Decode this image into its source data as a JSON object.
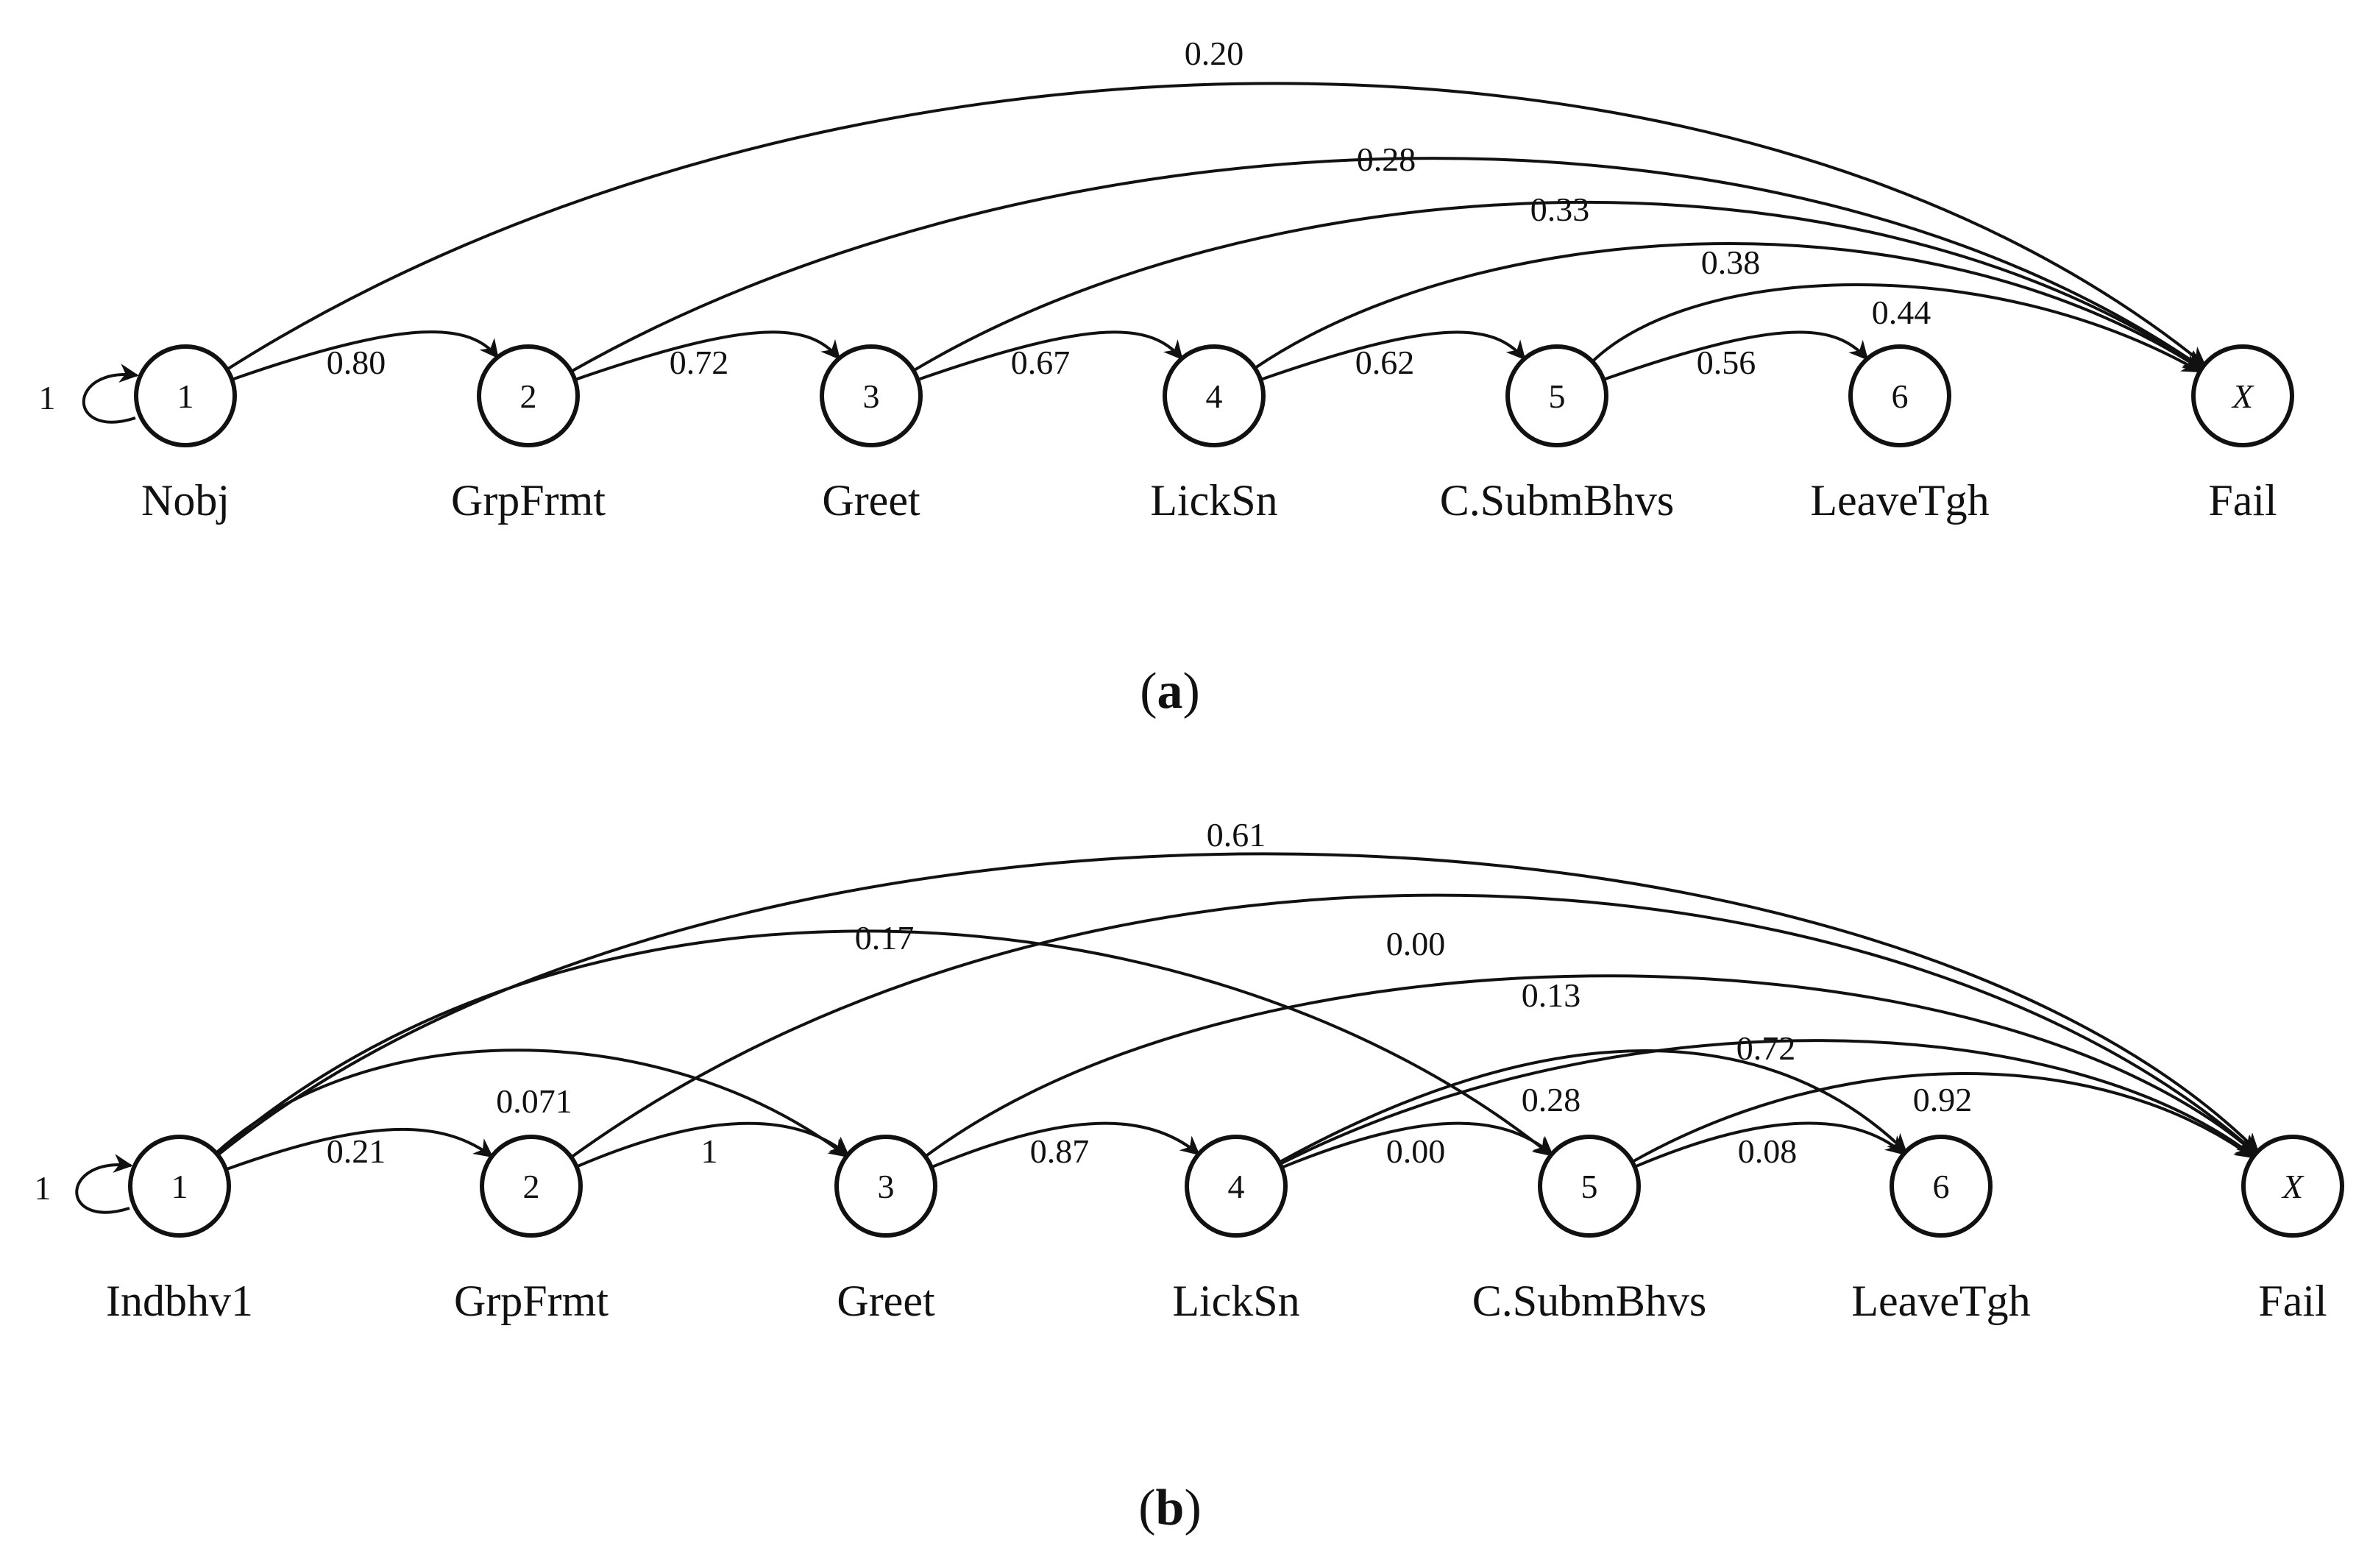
{
  "diagrams": [
    {
      "id": "a",
      "caption_letter": "a",
      "nodes": [
        {
          "id": "1",
          "label": "1",
          "name": "Nobj"
        },
        {
          "id": "2",
          "label": "2",
          "name": "GrpFrmt"
        },
        {
          "id": "3",
          "label": "3",
          "name": "Greet"
        },
        {
          "id": "4",
          "label": "4",
          "name": "LickSn"
        },
        {
          "id": "5",
          "label": "5",
          "name": "C.SubmBhvs"
        },
        {
          "id": "6",
          "label": "6",
          "name": "LeaveTgh"
        },
        {
          "id": "X",
          "label": "X",
          "name": "Fail"
        }
      ],
      "self_loop": {
        "node": "1",
        "value": "1"
      },
      "edges": [
        {
          "from": "1",
          "to": "2",
          "value": "0.80"
        },
        {
          "from": "2",
          "to": "3",
          "value": "0.72"
        },
        {
          "from": "3",
          "to": "4",
          "value": "0.67"
        },
        {
          "from": "4",
          "to": "5",
          "value": "0.62"
        },
        {
          "from": "5",
          "to": "6",
          "value": "0.56"
        },
        {
          "from": "1",
          "to": "X",
          "value": "0.20"
        },
        {
          "from": "2",
          "to": "X",
          "value": "0.28"
        },
        {
          "from": "3",
          "to": "X",
          "value": "0.33"
        },
        {
          "from": "4",
          "to": "X",
          "value": "0.38"
        },
        {
          "from": "5",
          "to": "X",
          "value": "0.44"
        }
      ]
    },
    {
      "id": "b",
      "caption_letter": "b",
      "nodes": [
        {
          "id": "1",
          "label": "1",
          "name": "Indbhv1"
        },
        {
          "id": "2",
          "label": "2",
          "name": "GrpFrmt"
        },
        {
          "id": "3",
          "label": "3",
          "name": "Greet"
        },
        {
          "id": "4",
          "label": "4",
          "name": "LickSn"
        },
        {
          "id": "5",
          "label": "5",
          "name": "C.SubmBhvs"
        },
        {
          "id": "6",
          "label": "6",
          "name": "LeaveTgh"
        },
        {
          "id": "X",
          "label": "X",
          "name": "Fail"
        }
      ],
      "self_loop": {
        "node": "1",
        "value": "1"
      },
      "edges": [
        {
          "from": "1",
          "to": "2",
          "value": "0.21"
        },
        {
          "from": "2",
          "to": "3",
          "value": "1"
        },
        {
          "from": "3",
          "to": "4",
          "value": "0.87"
        },
        {
          "from": "4",
          "to": "5",
          "value": "0.00"
        },
        {
          "from": "5",
          "to": "6",
          "value": "0.08"
        },
        {
          "from": "1",
          "to": "3",
          "value": "0.071"
        },
        {
          "from": "1",
          "to": "5",
          "value": "0.17"
        },
        {
          "from": "1",
          "to": "X",
          "value": "0.61"
        },
        {
          "from": "2",
          "to": "X",
          "value": "0.00"
        },
        {
          "from": "3",
          "to": "X",
          "value": "0.13"
        },
        {
          "from": "4",
          "to": "6",
          "value": "0.28"
        },
        {
          "from": "4",
          "to": "X",
          "value": "0.72"
        },
        {
          "from": "5",
          "to": "X",
          "value": "0.92"
        }
      ]
    }
  ]
}
